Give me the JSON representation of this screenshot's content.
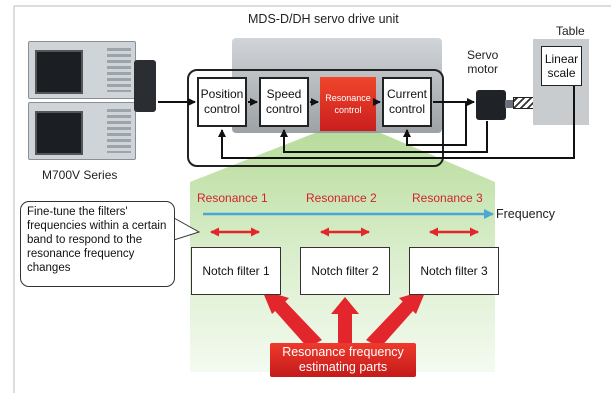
{
  "title": "MDS-D/DH servo drive unit",
  "cnc_label": "M700V Series",
  "servo_label_line1": "Servo",
  "servo_label_line2": "motor",
  "table_label": "Table",
  "linear_scale_line1": "Linear",
  "linear_scale_line2": "scale",
  "blocks": {
    "position": [
      "Position",
      "control"
    ],
    "speed": [
      "Speed",
      "control"
    ],
    "resonance": [
      "Resonance",
      "control"
    ],
    "current": [
      "Current",
      "control"
    ]
  },
  "resonances": [
    "Resonance 1",
    "Resonance 2",
    "Resonance 3"
  ],
  "frequency_label": "Frequency",
  "notches": [
    "Notch filter 1",
    "Notch filter 2",
    "Notch filter 3"
  ],
  "note_text": "Fine-tune the filters' frequencies within a certain band to respond to the resonance frequency changes",
  "estimator": [
    "Resonance frequency",
    "estimating parts"
  ],
  "colors": {
    "red": "#e2262b",
    "blue_arrow": "#4aa8d8",
    "green_fill": "#c7e3b0",
    "resonance_block": "#e4321f"
  }
}
